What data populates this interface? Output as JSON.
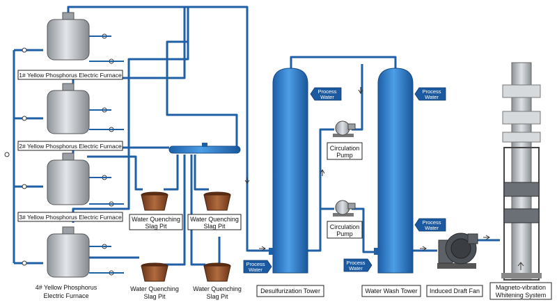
{
  "labels": {
    "furnace1": "1# Yellow Phosphorus Electric Furnace",
    "furnace2": "2# Yellow Phosphorus Electric Furnace",
    "furnace3": "3# Yellow Phosphorus Electric Furnace",
    "furnace4_l1": "4# Yellow Phosphorus",
    "furnace4_l2": "Electric Furnace",
    "pit_l1": "Water Quenching",
    "pit_l2": "Slag Pit",
    "pump_l1": "Circulation",
    "pump_l2": "Pump",
    "desulf": "Desulfurization Tower",
    "wash": "Water Wash Tower",
    "fan": "Induced Draft Fan",
    "magneto_l1": "Magneto-vibration",
    "magneto_l2": "Whitening System",
    "process_l1": "Process",
    "process_l2": "Water"
  },
  "colors": {
    "pipe": "#1f5fa6",
    "tower": "#2e7fd0",
    "furnace": "#b9bdc2",
    "slag_pit": "#8a4a2a",
    "tag": "#1b5aa0"
  }
}
